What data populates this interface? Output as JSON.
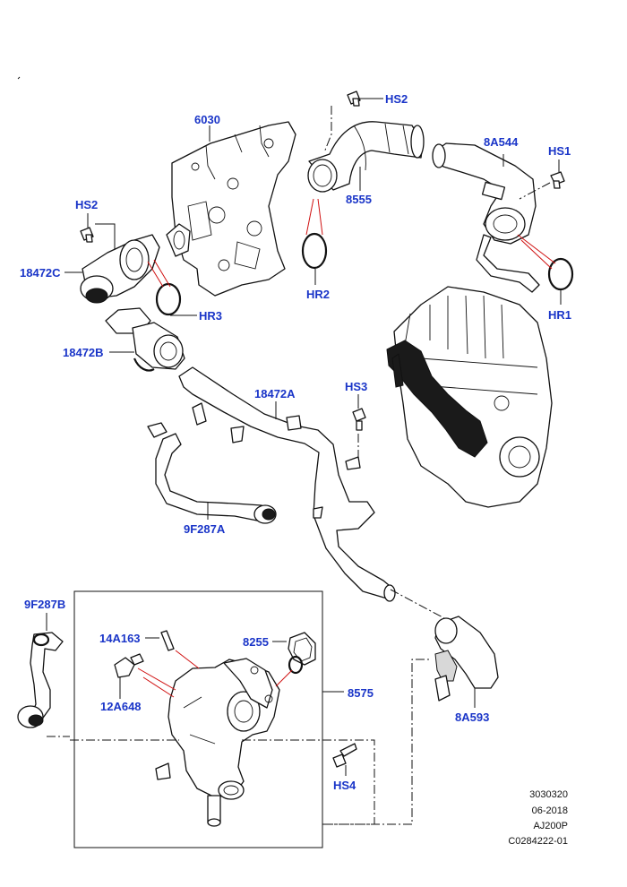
{
  "labels": {
    "p6030": "6030",
    "hs2_top": "HS2",
    "hs2_left": "HS2",
    "p18472c": "18472C",
    "hr3": "HR3",
    "p18472b": "18472B",
    "hr2": "HR2",
    "p8555": "8555",
    "p8a544": "8A544",
    "hs1": "HS1",
    "hr1": "HR1",
    "p18472a": "18472A",
    "hs3": "HS3",
    "p9f287a": "9F287A",
    "p9f287b": "9F287B",
    "p14a163": "14A163",
    "p8255": "8255",
    "p8575": "8575",
    "p12a648": "12A648",
    "p8a593": "8A593",
    "hs4": "HS4"
  },
  "meta": {
    "line1": "3030320",
    "line2": "06-2018",
    "line3": "AJ200P",
    "line4": "C0284222-01"
  },
  "colors": {
    "label": "#1a35c8",
    "leader_red": "#d01010",
    "line": "#111111"
  }
}
